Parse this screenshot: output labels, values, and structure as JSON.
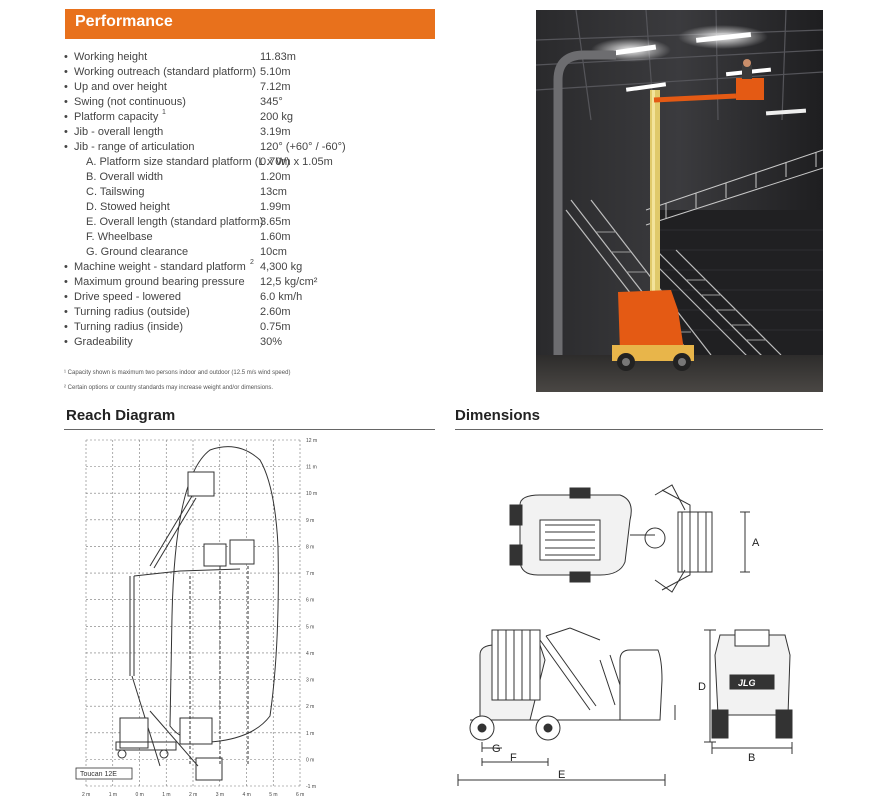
{
  "performance": {
    "title": "Performance",
    "specs": [
      {
        "label": "Working height",
        "value": "11.83m"
      },
      {
        "label": "Working outreach (standard platform)",
        "value": "5.10m"
      },
      {
        "label": "Up and over height",
        "value": "7.12m"
      },
      {
        "label": "Swing (not continuous)",
        "value": "345°"
      },
      {
        "label": "Platform capacity",
        "note": "1",
        "value": "200 kg"
      },
      {
        "label": "Jib - overall length",
        "value": "3.19m"
      },
      {
        "label": "Jib - range of articulation",
        "value": "120° (+60° / -60°)"
      },
      {
        "label": "A. Platform size standard platform (L x W)",
        "value": "0.70m x 1.05m",
        "sub": true
      },
      {
        "label": "B. Overall width",
        "value": "1.20m",
        "sub": true
      },
      {
        "label": "C. Tailswing",
        "value": "13cm",
        "sub": true
      },
      {
        "label": "D. Stowed height",
        "value": "1.99m",
        "sub": true
      },
      {
        "label": "E. Overall length (standard platform)",
        "value": "3.65m",
        "sub": true
      },
      {
        "label": "F. Wheelbase",
        "value": "1.60m",
        "sub": true
      },
      {
        "label": "G. Ground clearance",
        "value": "10cm",
        "sub": true
      },
      {
        "label": "Machine weight - standard platform",
        "note": "2",
        "value": "4,300 kg"
      },
      {
        "label": "Maximum ground bearing pressure",
        "value": "12,5 kg/cm²"
      },
      {
        "label": "Drive speed - lowered",
        "value": "6.0 km/h"
      },
      {
        "label": "Turning radius (outside)",
        "value": "2.60m"
      },
      {
        "label": "Turning radius (inside)",
        "value": "0.75m"
      },
      {
        "label": "Gradeability",
        "value": "30%"
      }
    ],
    "footnotes": [
      "¹  Capacity shown is maximum two persons indoor and outdoor (12.5 m/s wind speed)",
      "²  Certain options or country standards may increase weight and/or dimensions."
    ]
  },
  "reach_diagram": {
    "title": "Reach Diagram",
    "model_label": "Toucan 12E",
    "y_ticks": [
      "12 m",
      "11 m",
      "10 m",
      "9 m",
      "8 m",
      "7 m",
      "6 m",
      "5 m",
      "4 m",
      "3 m",
      "2 m",
      "1 m",
      "0 m",
      "-1 m"
    ],
    "x_ticks": [
      "2 m",
      "1 m",
      "0 m",
      "1 m",
      "2 m",
      "3 m",
      "4 m",
      "5 m",
      "6 m"
    ]
  },
  "dimensions": {
    "title": "Dimensions",
    "letters": [
      "A",
      "B",
      "D",
      "E",
      "F",
      "G"
    ],
    "brand": "JLG"
  },
  "colors": {
    "accent": "#e8711c"
  }
}
